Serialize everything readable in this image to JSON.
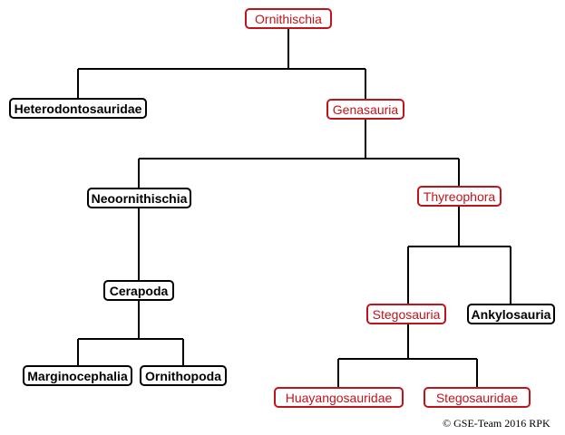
{
  "nodes": {
    "ornithischia": "Ornithischia",
    "heterodontosauridae": "Heterodontosauridae",
    "genasauria": "Genasauria",
    "neoornithischia": "Neoornithischia",
    "thyreophora": "Thyreophora",
    "cerapoda": "Cerapoda",
    "stegosauria": "Stegosauria",
    "ankylosauria": "Ankylosauria",
    "marginocephalia": "Marginocephalia",
    "ornithopoda": "Ornithopoda",
    "huayangosauridae": "Huayangosauridae",
    "stegosauridae": "Stegosauridae"
  },
  "highlighted_nodes": [
    "ornithischia",
    "genasauria",
    "thyreophora",
    "stegosauria",
    "huayangosauridae",
    "stegosauridae"
  ],
  "colors": {
    "highlight": "#c0141c",
    "default": "#000000",
    "line": "#000000"
  },
  "copyright": "© GSE-Team 2016 RPK"
}
